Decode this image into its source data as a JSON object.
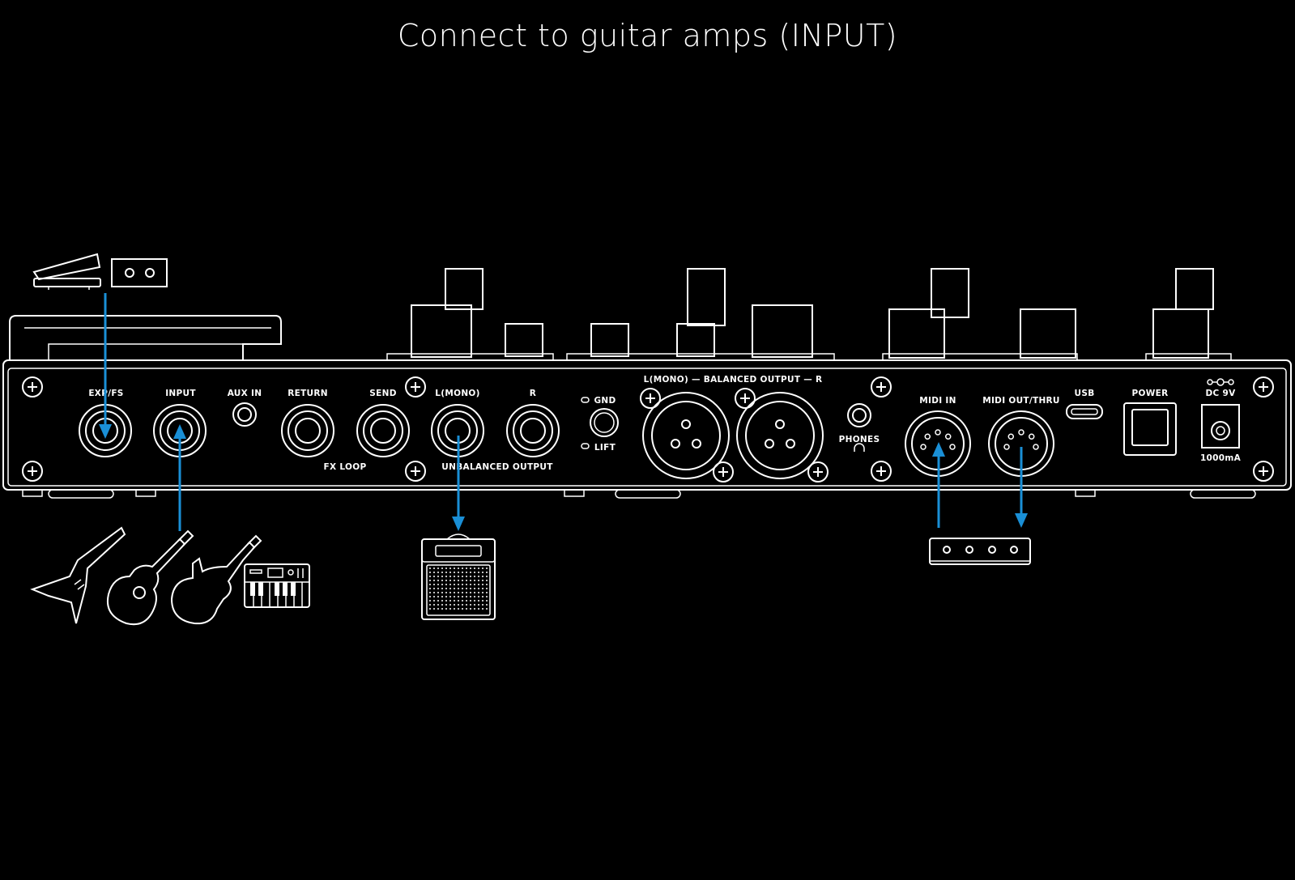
{
  "title": "Connect to guitar amps (INPUT)",
  "colors": {
    "background": "#000000",
    "line": "#ffffff",
    "arrow": "#1a8fd6"
  },
  "labels": {
    "exp_fs": "EXP/FS",
    "input": "INPUT",
    "aux_in": "AUX IN",
    "return": "RETURN",
    "send": "SEND",
    "l_mono": "L(MONO)",
    "r": "R",
    "fx_loop": "FX LOOP",
    "unbalanced_output": "UNBALANCED OUTPUT",
    "gnd": "GND",
    "lift": "LIFT",
    "balanced_output": "L(MONO) — BALANCED OUTPUT — R",
    "phones": "PHONES",
    "midi_in": "MIDI IN",
    "midi_out_thru": "MIDI OUT/THRU",
    "usb": "USB",
    "power": "POWER",
    "dc_9v": "DC 9V",
    "current": "1000mA"
  },
  "icons": {
    "expression_pedal": "expression-pedal-icon",
    "footswitch": "footswitch-icon",
    "guitars": [
      "flying-v-guitar-icon",
      "acoustic-guitar-icon",
      "electric-guitar-icon"
    ],
    "keyboard": "keyboard-icon",
    "amp": "guitar-amp-icon",
    "midi_controller": "midi-controller-icon"
  }
}
